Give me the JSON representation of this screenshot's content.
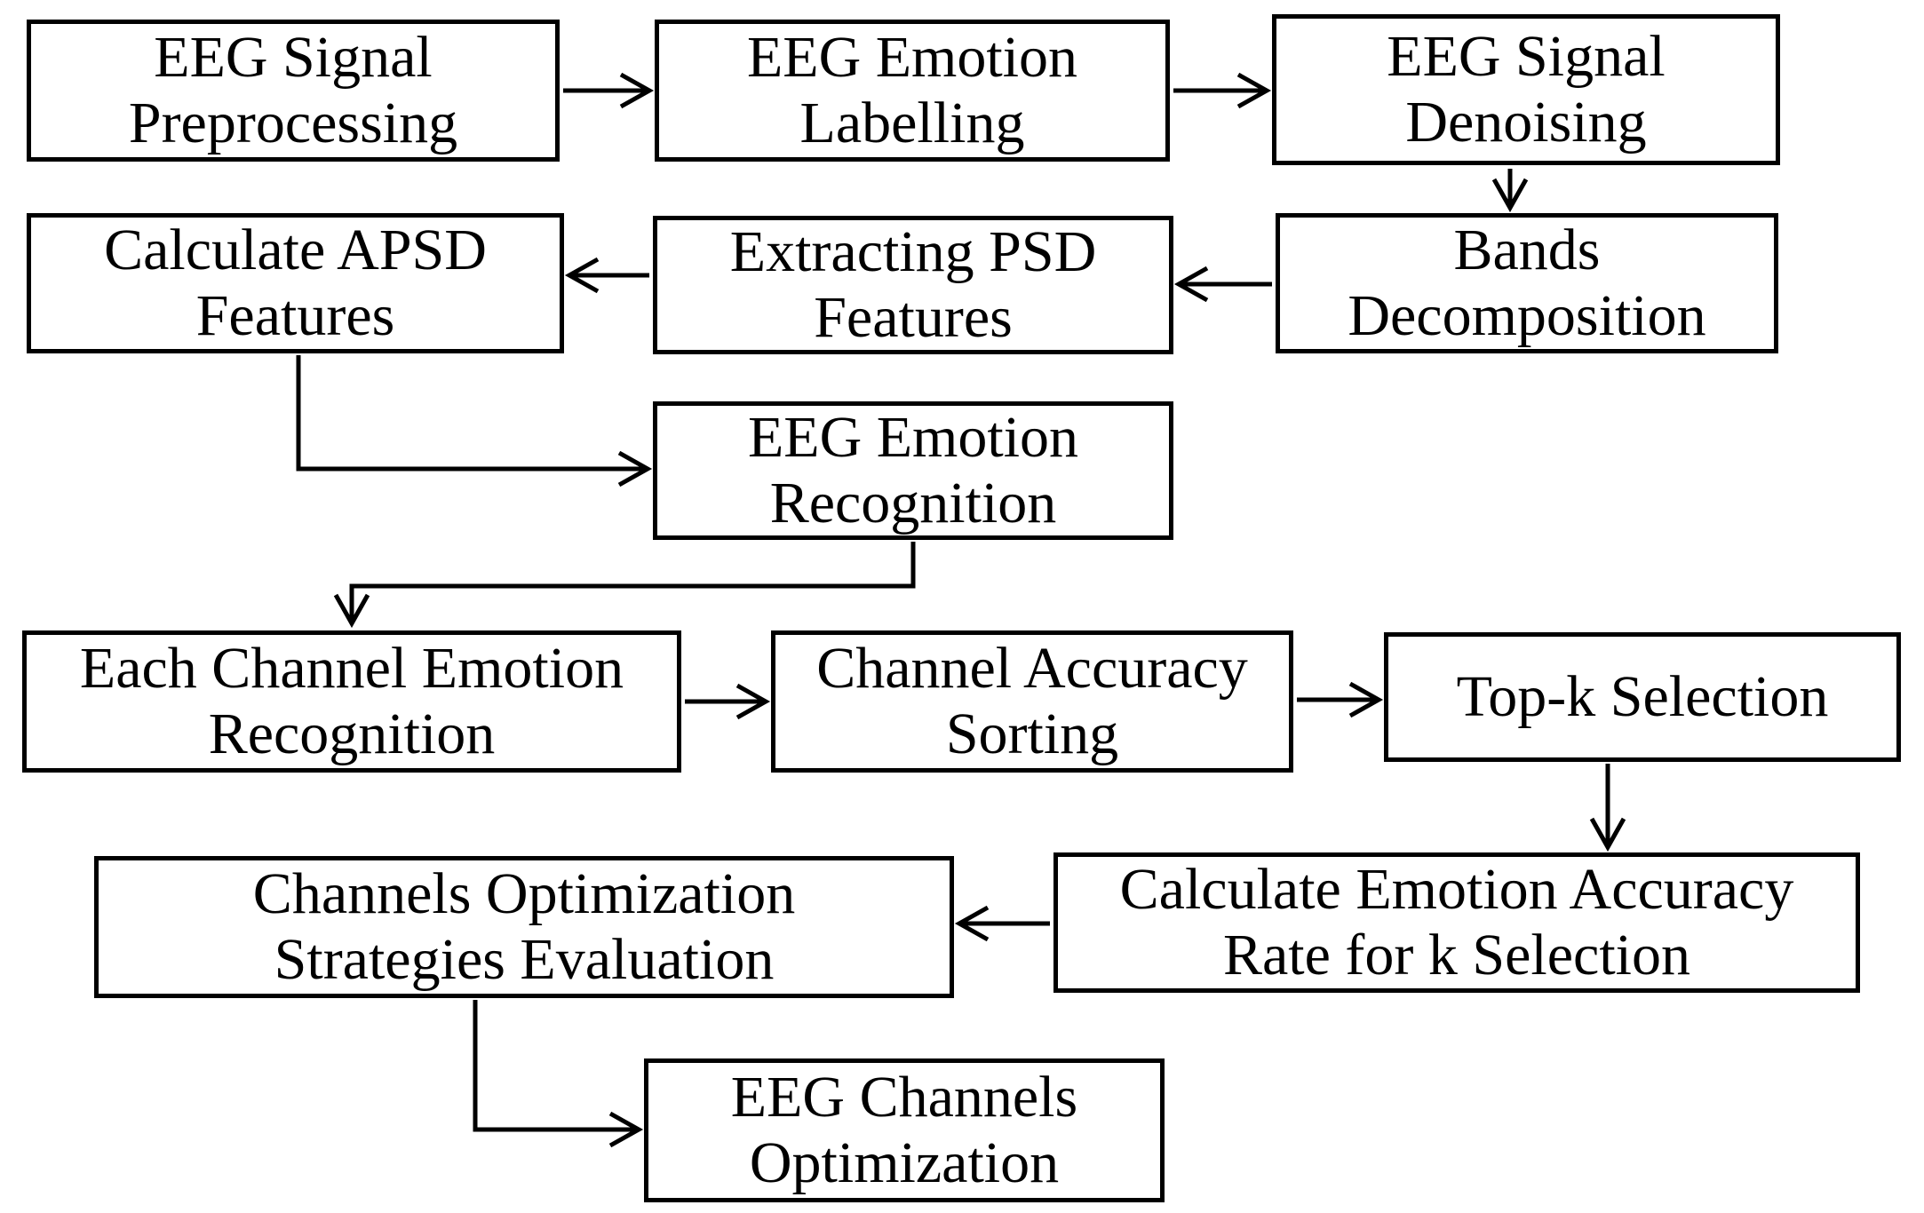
{
  "diagram": {
    "colors": {
      "stroke": "#000000",
      "box_fill": "#ffffff",
      "text": "#000000",
      "background": "#ffffff"
    },
    "nodes": [
      {
        "id": "eeg-signal-preprocessing",
        "label": "EEG Signal\nPreprocessing"
      },
      {
        "id": "eeg-emotion-labelling",
        "label": "EEG Emotion\nLabelling"
      },
      {
        "id": "eeg-signal-denoising",
        "label": "EEG Signal\nDenoising"
      },
      {
        "id": "calculate-apsd-features",
        "label": "Calculate APSD\nFeatures"
      },
      {
        "id": "extracting-psd-features",
        "label": "Extracting PSD\nFeatures"
      },
      {
        "id": "bands-decomposition",
        "label": "Bands\nDecomposition"
      },
      {
        "id": "eeg-emotion-recognition",
        "label": "EEG Emotion\nRecognition"
      },
      {
        "id": "each-channel-emotion-recognition",
        "label": "Each Channel Emotion\nRecognition"
      },
      {
        "id": "channel-accuracy-sorting",
        "label": "Channel Accuracy\nSorting"
      },
      {
        "id": "top-k-selection",
        "label": "Top-k Selection"
      },
      {
        "id": "channels-optimization-strategies-evaluation",
        "label": "Channels Optimization\nStrategies Evaluation"
      },
      {
        "id": "calculate-emotion-accuracy-rate-for-k-selection",
        "label": "Calculate Emotion Accuracy\nRate for k Selection"
      },
      {
        "id": "eeg-channels-optimization",
        "label": "EEG Channels\nOptimization"
      }
    ],
    "edges": [
      {
        "from": "eeg-signal-preprocessing",
        "to": "eeg-emotion-labelling"
      },
      {
        "from": "eeg-emotion-labelling",
        "to": "eeg-signal-denoising"
      },
      {
        "from": "eeg-signal-denoising",
        "to": "bands-decomposition"
      },
      {
        "from": "bands-decomposition",
        "to": "extracting-psd-features"
      },
      {
        "from": "extracting-psd-features",
        "to": "calculate-apsd-features"
      },
      {
        "from": "calculate-apsd-features",
        "to": "eeg-emotion-recognition"
      },
      {
        "from": "eeg-emotion-recognition",
        "to": "each-channel-emotion-recognition"
      },
      {
        "from": "each-channel-emotion-recognition",
        "to": "channel-accuracy-sorting"
      },
      {
        "from": "channel-accuracy-sorting",
        "to": "top-k-selection"
      },
      {
        "from": "top-k-selection",
        "to": "calculate-emotion-accuracy-rate-for-k-selection"
      },
      {
        "from": "calculate-emotion-accuracy-rate-for-k-selection",
        "to": "channels-optimization-strategies-evaluation"
      },
      {
        "from": "channels-optimization-strategies-evaluation",
        "to": "eeg-channels-optimization"
      }
    ]
  }
}
